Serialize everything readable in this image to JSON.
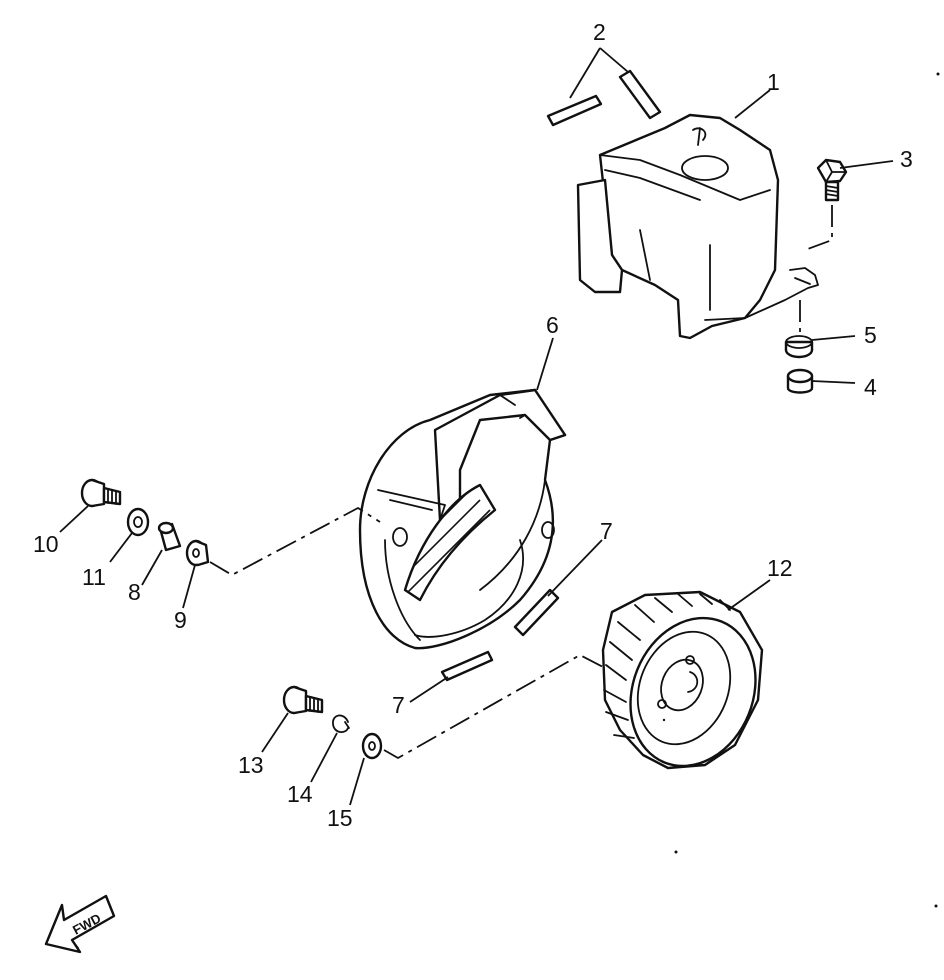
{
  "callouts": [
    {
      "id": "1",
      "label": "1"
    },
    {
      "id": "2",
      "label": "2"
    },
    {
      "id": "3",
      "label": "3"
    },
    {
      "id": "4",
      "label": "4"
    },
    {
      "id": "5",
      "label": "5"
    },
    {
      "id": "6",
      "label": "6"
    },
    {
      "id": "7a",
      "label": "7"
    },
    {
      "id": "7b",
      "label": "7"
    },
    {
      "id": "8",
      "label": "8"
    },
    {
      "id": "9",
      "label": "9"
    },
    {
      "id": "10",
      "label": "10"
    },
    {
      "id": "11",
      "label": "11"
    },
    {
      "id": "12",
      "label": "12"
    },
    {
      "id": "13",
      "label": "13"
    },
    {
      "id": "14",
      "label": "14"
    },
    {
      "id": "15",
      "label": "15"
    }
  ],
  "fwd_label": "FWD"
}
